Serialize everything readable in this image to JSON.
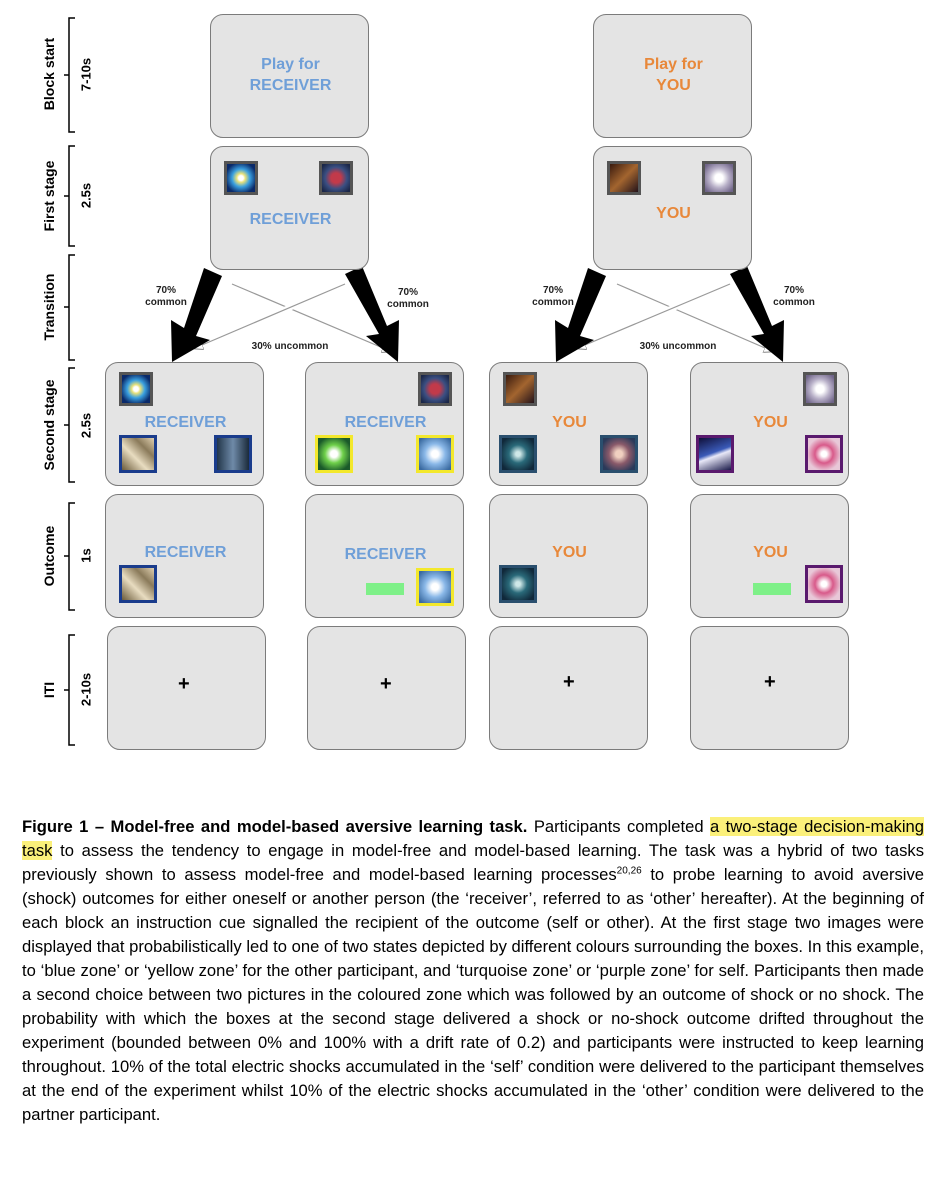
{
  "rows": {
    "block_start": {
      "label": "Block start",
      "time": "7-10s"
    },
    "first_stage": {
      "label": "First stage",
      "time": "2.5s"
    },
    "transition": {
      "label": "Transition"
    },
    "second_stage": {
      "label": "Second stage",
      "time": "2.5s"
    },
    "outcome": {
      "label": "Outcome",
      "time": "1s"
    },
    "iti": {
      "label": "ITI",
      "time": "2-10s"
    }
  },
  "block": {
    "other_line1": "Play for",
    "other_line2": "RECEIVER",
    "self_line1": "Play for",
    "self_line2": "YOU"
  },
  "recipient": {
    "other": "RECEIVER",
    "self": "YOU"
  },
  "transition_labels": {
    "common": "70%",
    "common_word": "common",
    "uncommon": "30% uncommon"
  },
  "iti_symbol": "+",
  "colors": {
    "other": "#6f9fd8",
    "self": "#e8883a",
    "screen": "#e4e4e4",
    "no_shock": "#7ef088",
    "shock": "#e53b2a",
    "highlight": "#fbf07a"
  },
  "caption": {
    "title": "Figure 1 – Model-free and model-based aversive learning task.",
    "p1": " Participants completed ",
    "highlight": "a two-stage decision-making task",
    "p2": " to assess the tendency to engage in model-free and model-based learning. The task was a hybrid of two tasks previously shown to assess model-free and model-based learning processes",
    "refs": "20,26",
    "p3": " to probe learning to avoid aversive (shock) outcomes for either oneself or another person (the ‘receiver’, referred to as ‘other’ hereafter). At the beginning of each block an instruction cue signalled the recipient of the outcome (self or other). At the first stage two images were displayed that probabilistically led to one of two states depicted by different colours surrounding the boxes. In this example, to ‘blue zone’ or ‘yellow zone’ for the other participant, and ‘turquoise zone’ or ‘purple zone’ for self. Participants then made a second choice between two pictures in the coloured zone which was followed by an outcome of shock or no shock. The probability with which the boxes at the second stage delivered a shock or no-shock outcome drifted throughout the experiment (bounded between 0% and 100% with a drift rate of 0.2) and participants were instructed to keep learning throughout. 10% of the total electric shocks accumulated in the ‘self’ condition were delivered to the participant themselves at the end of the experiment whilst 10% of the electric shocks accumulated in the ‘other’ condition were delivered to the partner participant."
  }
}
